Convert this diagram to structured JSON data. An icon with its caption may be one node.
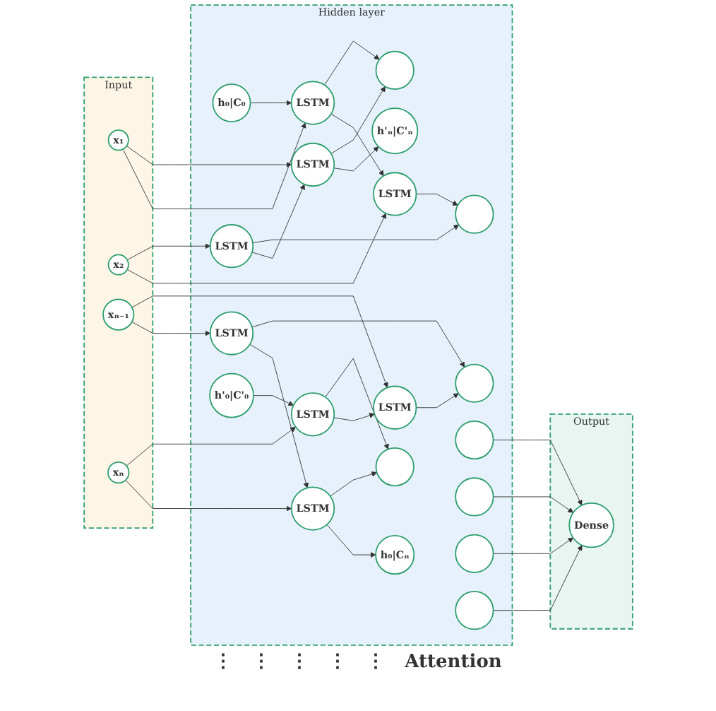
{
  "diagram": {
    "nodes": [
      {
        "text": [
          "Input"
        ]
      },
      {
        "text": [
          "x₁"
        ],
        "in": 0
      },
      {
        "text": [
          "x₂"
        ],
        "in": 0
      },
      {
        "text": [
          "xₙ₋₁"
        ],
        "in": 0
      },
      {
        "text": [
          "xₙ"
        ],
        "in": 0
      },
      {
        "text": [
          "Hidden layer"
        ]
      },
      {
        "text": [
          "h₀|C₀"
        ],
        "in": 5
      },
      {
        "text": [
          "LSTM"
        ],
        "in": 5
      },
      {
        "text": [
          "LSTM"
        ],
        "in": 5
      },
      {
        "text": [
          "LSTM"
        ],
        "in": 5
      },
      {
        "text": [
          "LSTM"
        ],
        "in": 5
      },
      {
        "text": [
          "h₀|Cₙ"
        ],
        "in": 5
      },
      {
        "text": [
          "h'ₙ|C'ₙ"
        ],
        "in": 5
      },
      {
        "text": [
          "LSTM"
        ],
        "in": 5
      },
      {
        "text": [
          "LSTM"
        ],
        "in": 5
      },
      {
        "text": [
          "LSTM"
        ],
        "in": 5
      },
      {
        "text": [
          "LSTM"
        ],
        "in": 5
      },
      {
        "text": [
          "h'₀|C'₀"
        ],
        "in": 5
      },
      {
        "text": [],
        "shape": "circle",
        "in": 5
      },
      {
        "text": [],
        "shape": "circle",
        "in": 5
      },
      {
        "text": [],
        "shape": "circle",
        "in": 5
      },
      {
        "text": [],
        "shape": "circle",
        "in": 5
      },
      {
        "text": [],
        "shape": "circle",
        "in": 5
      },
      {
        "text": [],
        "shape": "circle",
        "in": 5
      },
      {
        "text": [],
        "shape": "circle",
        "in": 5
      },
      {
        "text": [],
        "shape": "circle",
        "in": 5
      },
      {
        "text": [
          "Output"
        ]
      },
      {
        "text": [
          "Dense"
        ],
        "in": 26
      }
    ],
    "edges": [
      {
        "from": 1,
        "to": 7,
        "arrow": "to"
      },
      {
        "from": 1,
        "to": 13,
        "arrow": "to"
      },
      {
        "from": 2,
        "to": 8,
        "arrow": "to"
      },
      {
        "from": 2,
        "to": 14,
        "arrow": "to"
      },
      {
        "from": 3,
        "to": 9,
        "arrow": "to"
      },
      {
        "from": 3,
        "to": 15,
        "arrow": "to"
      },
      {
        "from": 4,
        "to": 10,
        "arrow": "to"
      },
      {
        "from": 4,
        "to": 16,
        "arrow": "to"
      },
      {
        "from": 6,
        "to": 7,
        "arrow": "to"
      },
      {
        "from": 7,
        "to": 8,
        "arrow": "to"
      },
      {
        "from": 9,
        "to": 10,
        "arrow": "to"
      },
      {
        "from": 10,
        "to": 11,
        "arrow": "to"
      },
      {
        "from": 17,
        "to": 16,
        "arrow": "to"
      },
      {
        "from": 16,
        "to": 15,
        "arrow": "to"
      },
      {
        "from": 14,
        "to": 13,
        "arrow": "to"
      },
      {
        "from": 13,
        "to": 12,
        "arrow": "to"
      },
      {
        "from": 7,
        "to": 18,
        "arrow": "to"
      },
      {
        "from": 13,
        "to": 18,
        "arrow": "to"
      },
      {
        "from": 8,
        "to": 19,
        "arrow": "to"
      },
      {
        "from": 14,
        "to": 19,
        "arrow": "to"
      },
      {
        "from": 9,
        "to": 20,
        "arrow": "to"
      },
      {
        "from": 15,
        "to": 20,
        "arrow": "to"
      },
      {
        "from": 10,
        "to": 21,
        "arrow": "to"
      },
      {
        "from": 16,
        "to": 21,
        "arrow": "to"
      },
      {
        "from": 22,
        "to": 27,
        "arrow": "to"
      },
      {
        "from": 23,
        "to": 27,
        "arrow": "to"
      },
      {
        "from": 24,
        "to": 27,
        "arrow": "to"
      },
      {
        "from": 25,
        "to": 27,
        "arrow": "to"
      }
    ],
    "labels": [
      "⋮",
      "⋮",
      "⋮",
      "⋮",
      "⋮",
      "Attention"
    ]
  }
}
